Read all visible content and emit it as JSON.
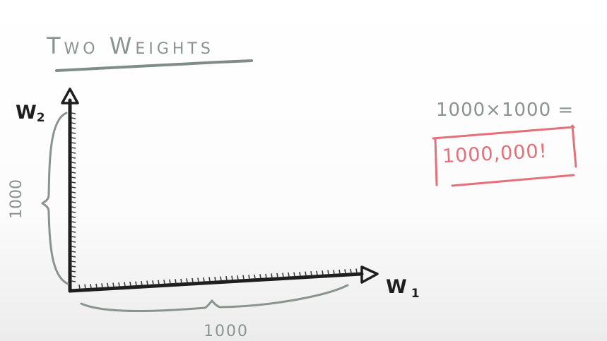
{
  "title": "Two Weights",
  "axes": {
    "y_label": {
      "main": "W",
      "sub": "2"
    },
    "x_label": {
      "main": "W",
      "sub": "1"
    },
    "y_span": "1000",
    "x_span": "1000"
  },
  "calculation": {
    "expression": "1000×1000 =",
    "result": "1000,000!"
  },
  "colors": {
    "ink": "#1e1e1e",
    "gray_ink": "#8a948f",
    "underline": "#7f8c87",
    "highlight": "#e4707a"
  }
}
